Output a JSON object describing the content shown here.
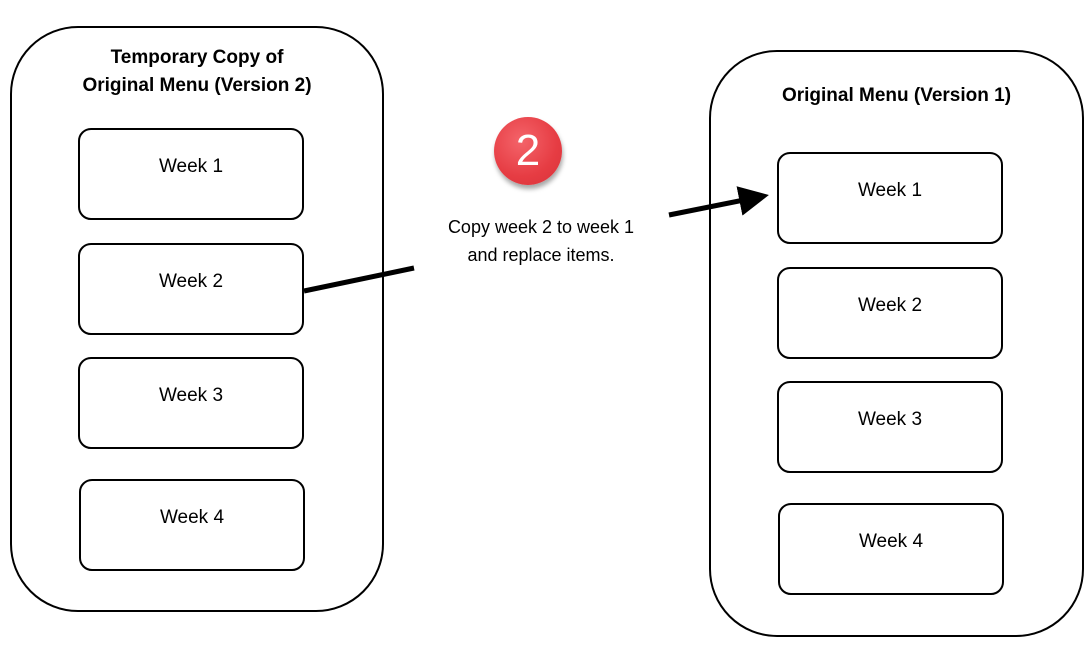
{
  "left_panel": {
    "title_line1": "Temporary Copy of",
    "title_line2": "Original Menu (Version 2)",
    "weeks": [
      "Week 1",
      "Week 2",
      "Week 3",
      "Week 4"
    ]
  },
  "right_panel": {
    "title": "Original Menu (Version 1)",
    "weeks": [
      "Week 1",
      "Week 2",
      "Week 3",
      "Week 4"
    ]
  },
  "step": {
    "number": "2",
    "badge_color": "#e63c43",
    "text_line1": "Copy week 2 to week 1",
    "text_line2": "and replace items."
  }
}
